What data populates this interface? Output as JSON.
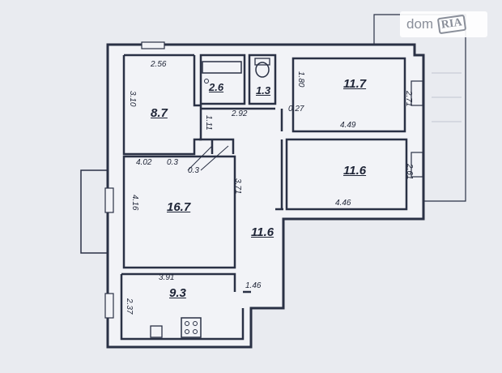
{
  "watermark": {
    "part1": "dom",
    "part2": "RIA"
  },
  "rooms": [
    {
      "id": "room-top-left",
      "area": "8.7",
      "dims": [
        "2.56",
        "3.10"
      ]
    },
    {
      "id": "bathroom",
      "area": "2.6"
    },
    {
      "id": "toilet",
      "area": "1.3"
    },
    {
      "id": "room-top-right",
      "area": "11.7",
      "dims": [
        "1.80",
        "2.71",
        "4.49"
      ]
    },
    {
      "id": "room-mid-right",
      "area": "11.6",
      "dims": [
        "2.61",
        "4.46"
      ]
    },
    {
      "id": "living-room",
      "area": "16.7",
      "dims": [
        "4.02",
        "4.16",
        "3.71"
      ]
    },
    {
      "id": "corridor",
      "area": "11.6",
      "dims": [
        "2.92",
        "0.27",
        "1.11"
      ]
    },
    {
      "id": "kitchen",
      "area": "9.3",
      "dims": [
        "3.91",
        "1.46",
        "2.37"
      ]
    }
  ],
  "small_dims": [
    "0.3",
    "0.3"
  ]
}
